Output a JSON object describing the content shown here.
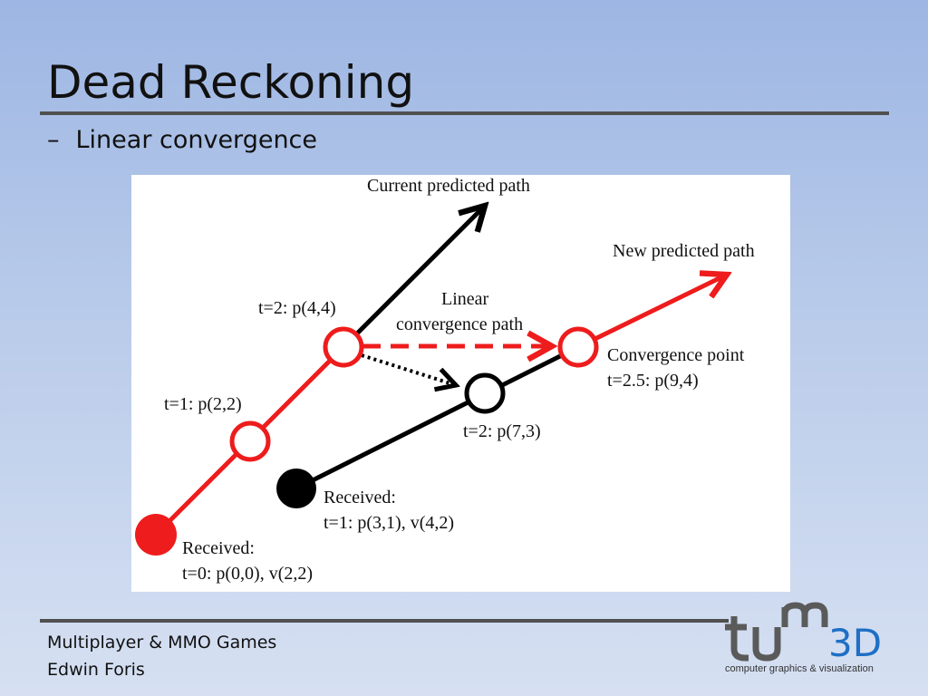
{
  "slide": {
    "title": "Dead Reckoning",
    "bullet_marker": "–",
    "bullet": "Linear convergence"
  },
  "figure": {
    "label_current_path": "Current predicted path",
    "label_new_path": "New predicted path",
    "label_linear_line1": "Linear",
    "label_linear_line2": "convergence path",
    "label_t2_p44": "t=2: p(4,4)",
    "label_t1_p22": "t=1: p(2,2)",
    "label_convergence_title": "Convergence point",
    "label_convergence_value": "t=2.5: p(9,4)",
    "label_t2_p73": "t=2: p(7,3)",
    "label_received_1_title": "Received:",
    "label_received_1_value": "t=1: p(3,1), v(4,2)",
    "label_received_0_title": "Received:",
    "label_received_0_value": "t=0: p(0,0), v(2,2)",
    "colors": {
      "red": "#ee1c1c",
      "black": "#000000"
    }
  },
  "footer": {
    "line1": "Multiplayer & MMO Games",
    "line2": "Edwin Foris"
  },
  "logo": {
    "wordmark": "tum3D",
    "subtitle": "computer graphics & visualization"
  }
}
